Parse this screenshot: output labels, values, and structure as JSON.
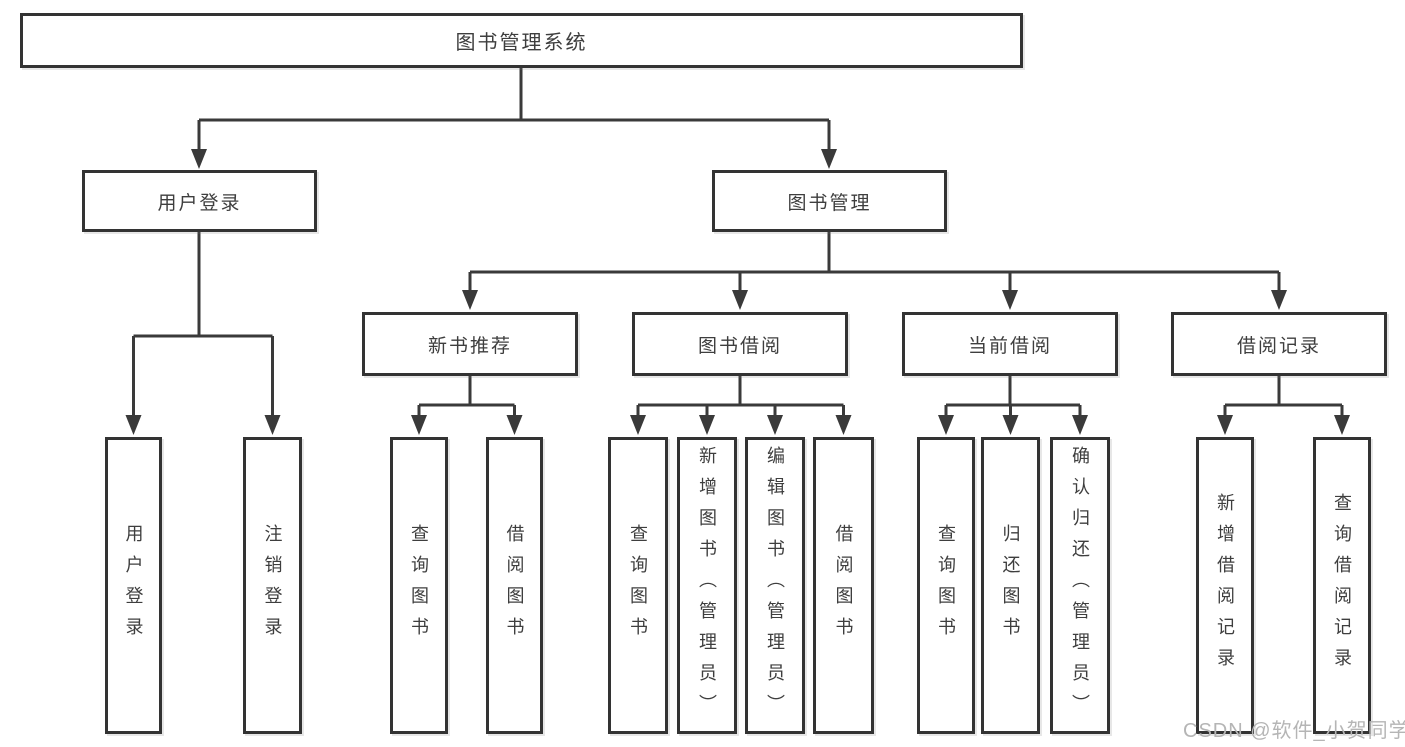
{
  "diagram": {
    "root": {
      "label": "图书管理系统"
    },
    "branches": [
      {
        "label": "用户登录",
        "children": [
          {
            "label": "用户登录"
          },
          {
            "label": "注销登录"
          }
        ]
      },
      {
        "label": "图书管理",
        "children": [
          {
            "label": "新书推荐",
            "children": [
              {
                "label": "查询图书"
              },
              {
                "label": "借阅图书"
              }
            ]
          },
          {
            "label": "图书借阅",
            "children": [
              {
                "label": "查询图书"
              },
              {
                "label": "新增图书（管理员）"
              },
              {
                "label": "编辑图书（管理员）"
              },
              {
                "label": "借阅图书"
              }
            ]
          },
          {
            "label": "当前借阅",
            "children": [
              {
                "label": "查询图书"
              },
              {
                "label": "归还图书"
              },
              {
                "label": "确认归还（管理员）"
              }
            ]
          },
          {
            "label": "借阅记录",
            "children": [
              {
                "label": "新增借阅记录"
              },
              {
                "label": "查询借阅记录"
              }
            ]
          }
        ]
      }
    ]
  },
  "watermark": "CSDN @软件_小贺同学",
  "colors": {
    "line": "#3a3a3a",
    "border": "#333333",
    "text": "#3e3e3e",
    "watermark": "#b5b5b5",
    "background": "#ffffff"
  }
}
